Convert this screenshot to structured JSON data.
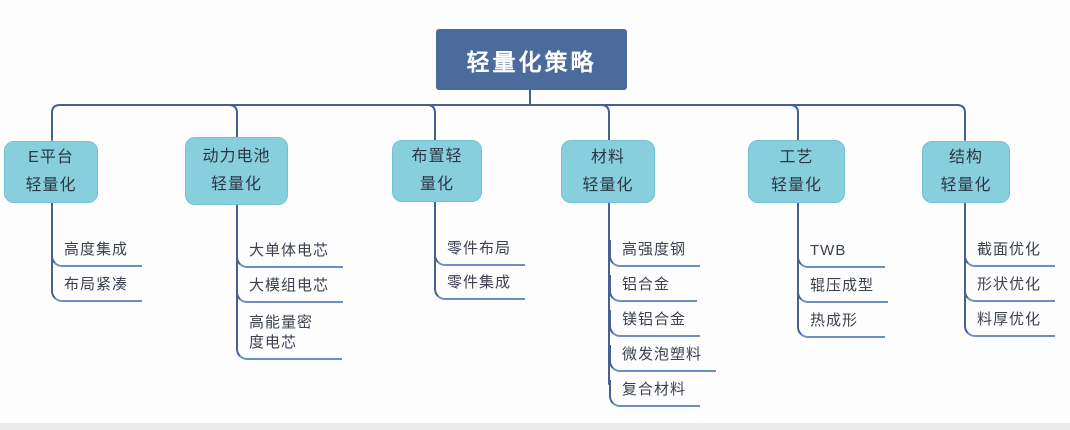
{
  "root": {
    "label": "轻量化策略"
  },
  "branches": [
    {
      "label": "E平台\n轻量化",
      "children": [
        "高度集成",
        "布局紧凑"
      ]
    },
    {
      "label": "动力电池\n轻量化",
      "children": [
        "大单体电芯",
        "大模组电芯",
        "高能量密度电芯"
      ]
    },
    {
      "label": "布置轻\n量化",
      "children": [
        "零件布局",
        "零件集成"
      ]
    },
    {
      "label": "材料\n轻量化",
      "children": [
        "高强度钢",
        "铝合金",
        "镁铝合金",
        "微发泡塑料",
        "复合材料"
      ]
    },
    {
      "label": "工艺\n轻量化",
      "children": [
        "TWB",
        "辊压成型",
        "热成形"
      ]
    },
    {
      "label": "结构\n轻量化",
      "children": [
        "截面优化",
        "形状优化",
        "料厚优化"
      ]
    }
  ],
  "colors": {
    "root_bg": "#4b6b9c",
    "branch_bg": "#87cfdc",
    "branch_border": "#72c2d3",
    "line": "#47618e",
    "underline": "#6d8fbf"
  }
}
